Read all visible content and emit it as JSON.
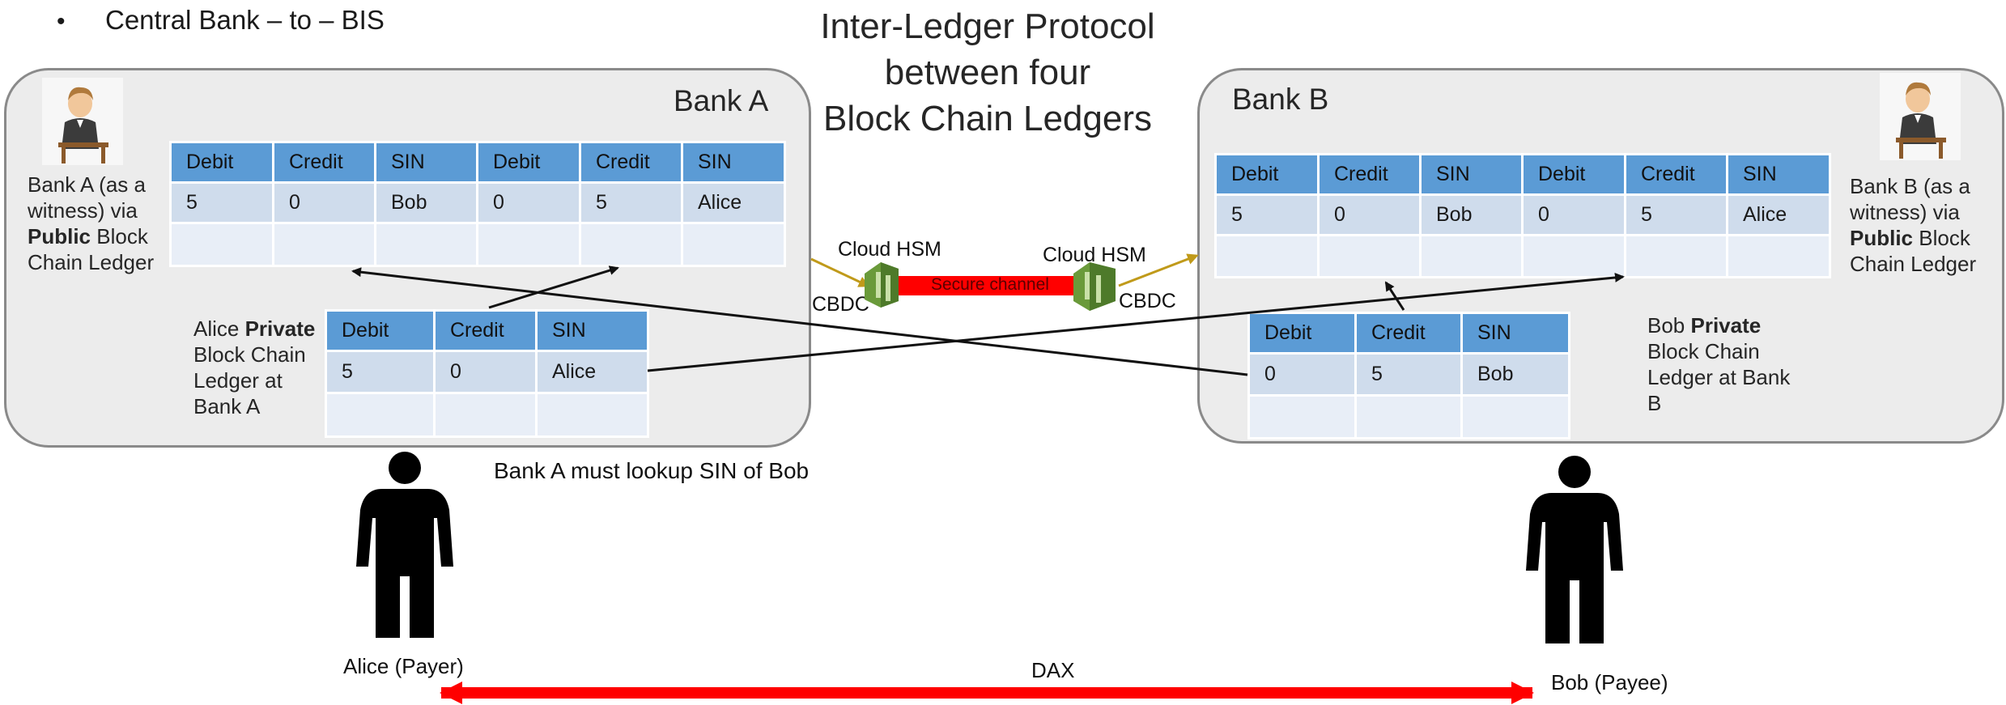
{
  "header": {
    "bullet_text": "Central Bank – to – BIS",
    "title_line1": "Inter-Ledger Protocol",
    "title_line2": "between four",
    "title_line3": "Block Chain Ledgers"
  },
  "bank_a": {
    "name": "Bank A",
    "witness_line1": "Bank A (as a",
    "witness_line2": "witness) via",
    "witness_bold": "Public",
    "witness_line3_rest": " Block",
    "witness_line4": "Chain Ledger",
    "public_ledger": {
      "headers": [
        "Debit",
        "Credit",
        "SIN",
        "Debit",
        "Credit",
        "SIN"
      ],
      "rows": [
        [
          "5",
          "0",
          "Bob",
          "0",
          "5",
          "Alice"
        ],
        [
          "",
          "",
          "",
          "",
          "",
          ""
        ]
      ]
    },
    "private_label_name": "Alice",
    "private_label_bold": "Private",
    "private_label_line2": "Block Chain",
    "private_label_line3": "Ledger at",
    "private_label_line4": "Bank A",
    "private_ledger": {
      "headers": [
        "Debit",
        "Credit",
        "SIN"
      ],
      "rows": [
        [
          "5",
          "0",
          "Alice"
        ],
        [
          "",
          "",
          ""
        ]
      ]
    }
  },
  "bank_b": {
    "name": "Bank B",
    "witness_line1": "Bank B (as a",
    "witness_line2": "witness) via",
    "witness_bold": "Public",
    "witness_line3_rest": " Block",
    "witness_line4": "Chain Ledger",
    "public_ledger": {
      "headers": [
        "Debit",
        "Credit",
        "SIN",
        "Debit",
        "Credit",
        "SIN"
      ],
      "rows": [
        [
          "5",
          "0",
          "Bob",
          "0",
          "5",
          "Alice"
        ],
        [
          "",
          "",
          "",
          "",
          "",
          ""
        ]
      ]
    },
    "private_label_name": "Bob",
    "private_label_bold": "Private",
    "private_label_line2": "Block Chain",
    "private_label_line3": "Ledger at Bank",
    "private_label_line4": "B",
    "private_ledger": {
      "headers": [
        "Debit",
        "Credit",
        "SIN"
      ],
      "rows": [
        [
          "0",
          "5",
          "Bob"
        ],
        [
          "",
          "",
          ""
        ]
      ]
    }
  },
  "middle": {
    "hsm_left_label": "Cloud HSM",
    "hsm_right_label": "Cloud HSM",
    "cbdc_left": "CBDC",
    "cbdc_right": "CBDC",
    "channel_label": "Secure channel",
    "lookup_note": "Bank A must lookup SIN of Bob"
  },
  "people": {
    "payer_label": "Alice (Payer)",
    "payee_label": "Bob (Payee)",
    "dax_label": "DAX"
  },
  "colors": {
    "header_blue": "#5b9bd5",
    "row_blue": "#cfdcec",
    "row_light": "#e8eef7",
    "bank_fill": "#ececec",
    "arrow_gold": "#c09a1a",
    "channel_red": "#ff0000",
    "hsm_green": "#6a9a3a"
  }
}
